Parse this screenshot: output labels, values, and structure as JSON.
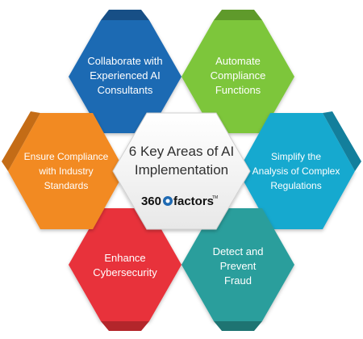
{
  "center": {
    "title_line1": "6 Key Areas of AI",
    "title_line2": "Implementation",
    "logo_prefix": "360",
    "logo_suffix": "factors",
    "logo_mark": "TM"
  },
  "areas": [
    {
      "line1": "Collaborate with",
      "line2": "Experienced AI",
      "line3": "Consultants",
      "color": "#1f6ab3"
    },
    {
      "line1": "Automate",
      "line2": "Compliance",
      "line3": "Functions",
      "color": "#7dc63b"
    },
    {
      "line1": "Simplify the",
      "line2": "Analysis of Complex",
      "line3": "Regulations",
      "color": "#18a9cf"
    },
    {
      "line1": "Detect and",
      "line2": "Prevent",
      "line3": "Fraud",
      "color": "#2a9e9c"
    },
    {
      "line1": "Enhance",
      "line2": "Cybersecurity",
      "line3": "",
      "color": "#e8333a"
    },
    {
      "line1": "Ensure Compliance",
      "line2": "with Industry",
      "line3": "Standards",
      "color": "#f28a23"
    }
  ]
}
